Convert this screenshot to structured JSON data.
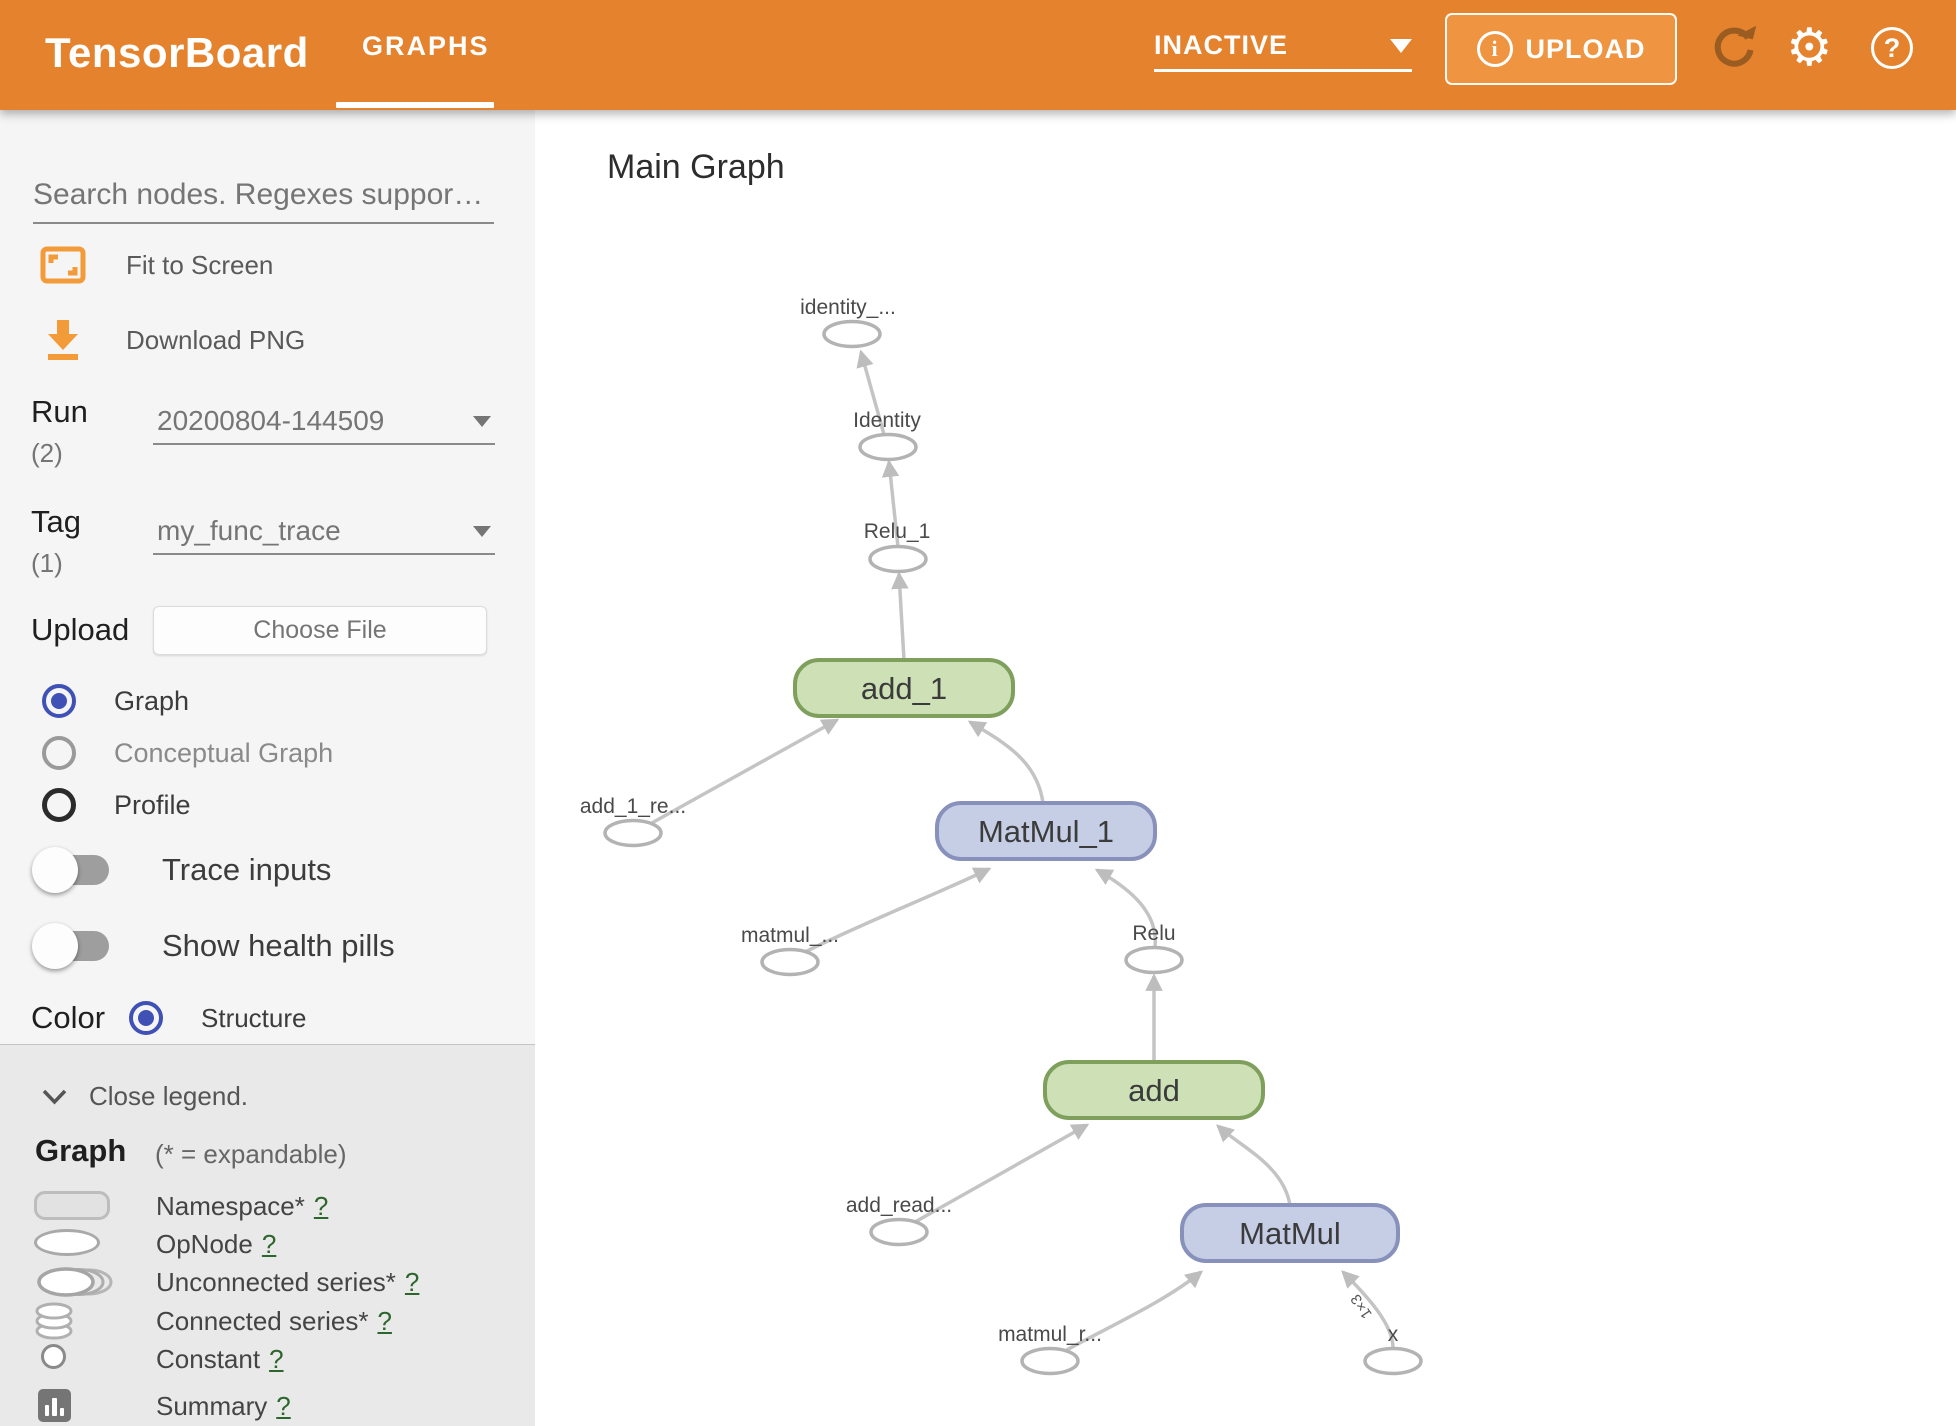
{
  "header": {
    "logo": "TensorBoard",
    "tab_graphs": "GRAPHS",
    "status": "INACTIVE",
    "upload": "UPLOAD"
  },
  "sidebar": {
    "search_placeholder": "Search nodes. Regexes suppor…",
    "fit_to_screen": "Fit to Screen",
    "download_png": "Download PNG",
    "run_label": "Run",
    "run_count": "(2)",
    "run_value": "20200804-144509",
    "tag_label": "Tag",
    "tag_count": "(1)",
    "tag_value": "my_func_trace",
    "upload_label": "Upload",
    "choose_file": "Choose File",
    "radio_graph": "Graph",
    "radio_conceptual": "Conceptual Graph",
    "radio_profile": "Profile",
    "toggle_trace": "Trace inputs",
    "toggle_health": "Show health pills",
    "color_label": "Color",
    "color_structure": "Structure",
    "legend": {
      "close": "Close legend.",
      "heading": "Graph",
      "note": "(* = expandable)",
      "namespace": "Namespace*",
      "opnode": "OpNode",
      "unconnected": "Unconnected series*",
      "connected": "Connected series*",
      "constant": "Constant",
      "summary": "Summary",
      "help": "?"
    }
  },
  "main": {
    "title": "Main Graph",
    "nodes": {
      "identity_out": "identity_...",
      "identity": "Identity",
      "relu_1": "Relu_1",
      "add_1": "add_1",
      "add_1_read": "add_1_re...",
      "matmul_1": "MatMul_1",
      "matmul_1_read": "matmul_...",
      "relu": "Relu",
      "add": "add",
      "add_read": "add_read...",
      "matmul": "MatMul",
      "matmul_read": "matmul_r...",
      "x": "x"
    },
    "edge_label_x_shape": "1×3"
  },
  "colors": {
    "header_bg": "#e5822d",
    "upload_btn_bg": "#ef9440",
    "sidebar_icon_orange": "#f29b38",
    "radio_selected_blue": "#3f51b5",
    "node_green_fill": "#cde0b6",
    "node_green_border": "#7fa05c",
    "node_blue_fill": "#c6cee6",
    "node_blue_border": "#8791bb",
    "edge_gray": "#c4c4c4",
    "help_link_green": "#2d662d"
  }
}
